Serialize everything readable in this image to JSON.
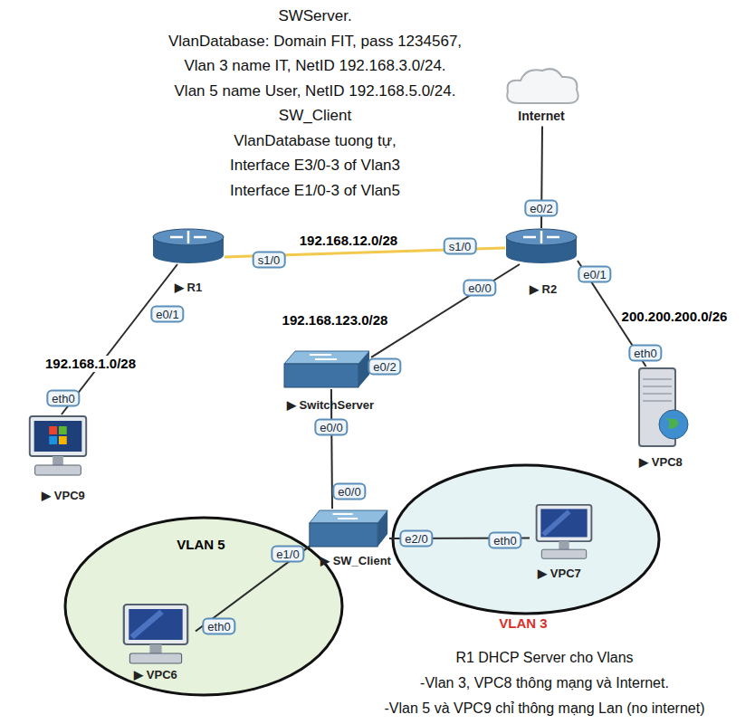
{
  "diagram": {
    "nodes": [
      {
        "text": [
          "Internet"
        ]
      },
      {
        "text": [
          "▶ R1"
        ]
      },
      {
        "text": [
          "▶ R2"
        ]
      },
      {
        "text": [
          "▶ SwitchServer"
        ]
      },
      {
        "text": [
          "▶ VPC8"
        ]
      },
      {
        "text": [
          "▶ VPC9"
        ]
      },
      {
        "text": [
          "▶ SW_Client"
        ]
      },
      {
        "text": [
          "VLAN 5"
        ]
      },
      {
        "text": [
          "▶ VPC6"
        ],
        "in": 7
      },
      {
        "text": [
          "VLAN 3"
        ]
      },
      {
        "text": [
          "▶ VPC7"
        ],
        "in": 9
      }
    ],
    "edges": [
      {
        "from": 0,
        "to": 2,
        "arrow": "none"
      },
      {
        "from": 1,
        "to": 2,
        "label": "192.168.12.0/28",
        "arrow": "none"
      },
      {
        "from": 1,
        "to": 5,
        "label": "192.168.1.0/28",
        "arrow": "none"
      },
      {
        "from": 2,
        "to": 3,
        "label": "192.168.123.0/28",
        "arrow": "none"
      },
      {
        "from": 2,
        "to": 4,
        "label": "200.200.200.0/26",
        "arrow": "none"
      },
      {
        "from": 3,
        "to": 6,
        "arrow": "none"
      },
      {
        "from": 6,
        "to": 8,
        "arrow": "none"
      },
      {
        "from": 6,
        "to": 10,
        "arrow": "none"
      }
    ],
    "labels": [
      "SWServer.",
      "VlanDatabase: Domain FIT, pass 1234567,",
      "Vlan 3 name IT, NetID 192.168.3.0/24.",
      "Vlan 5 name User, NetID 192.168.5.0/24.",
      "SW_Client",
      "VlanDatabase tuong tự,",
      "Interface E3/0-3 of Vlan3",
      "Interface E1/0-3 of Vlan5",
      "e0/2",
      "s1/0",
      "s1/0",
      "e0/1",
      "e0/0",
      "e0/1",
      "eth0",
      "e0/2",
      "eth0",
      "e0/0",
      "e0/0",
      "e1/0",
      "e2/0",
      "eth0",
      "eth0",
      "R1 DHCP Server cho Vlans",
      "-Vlan 3, VPC8 thông mạng và Internet.",
      "-Vlan 5 và VPC9 chỉ thông mạng Lan (no internet)"
    ]
  }
}
